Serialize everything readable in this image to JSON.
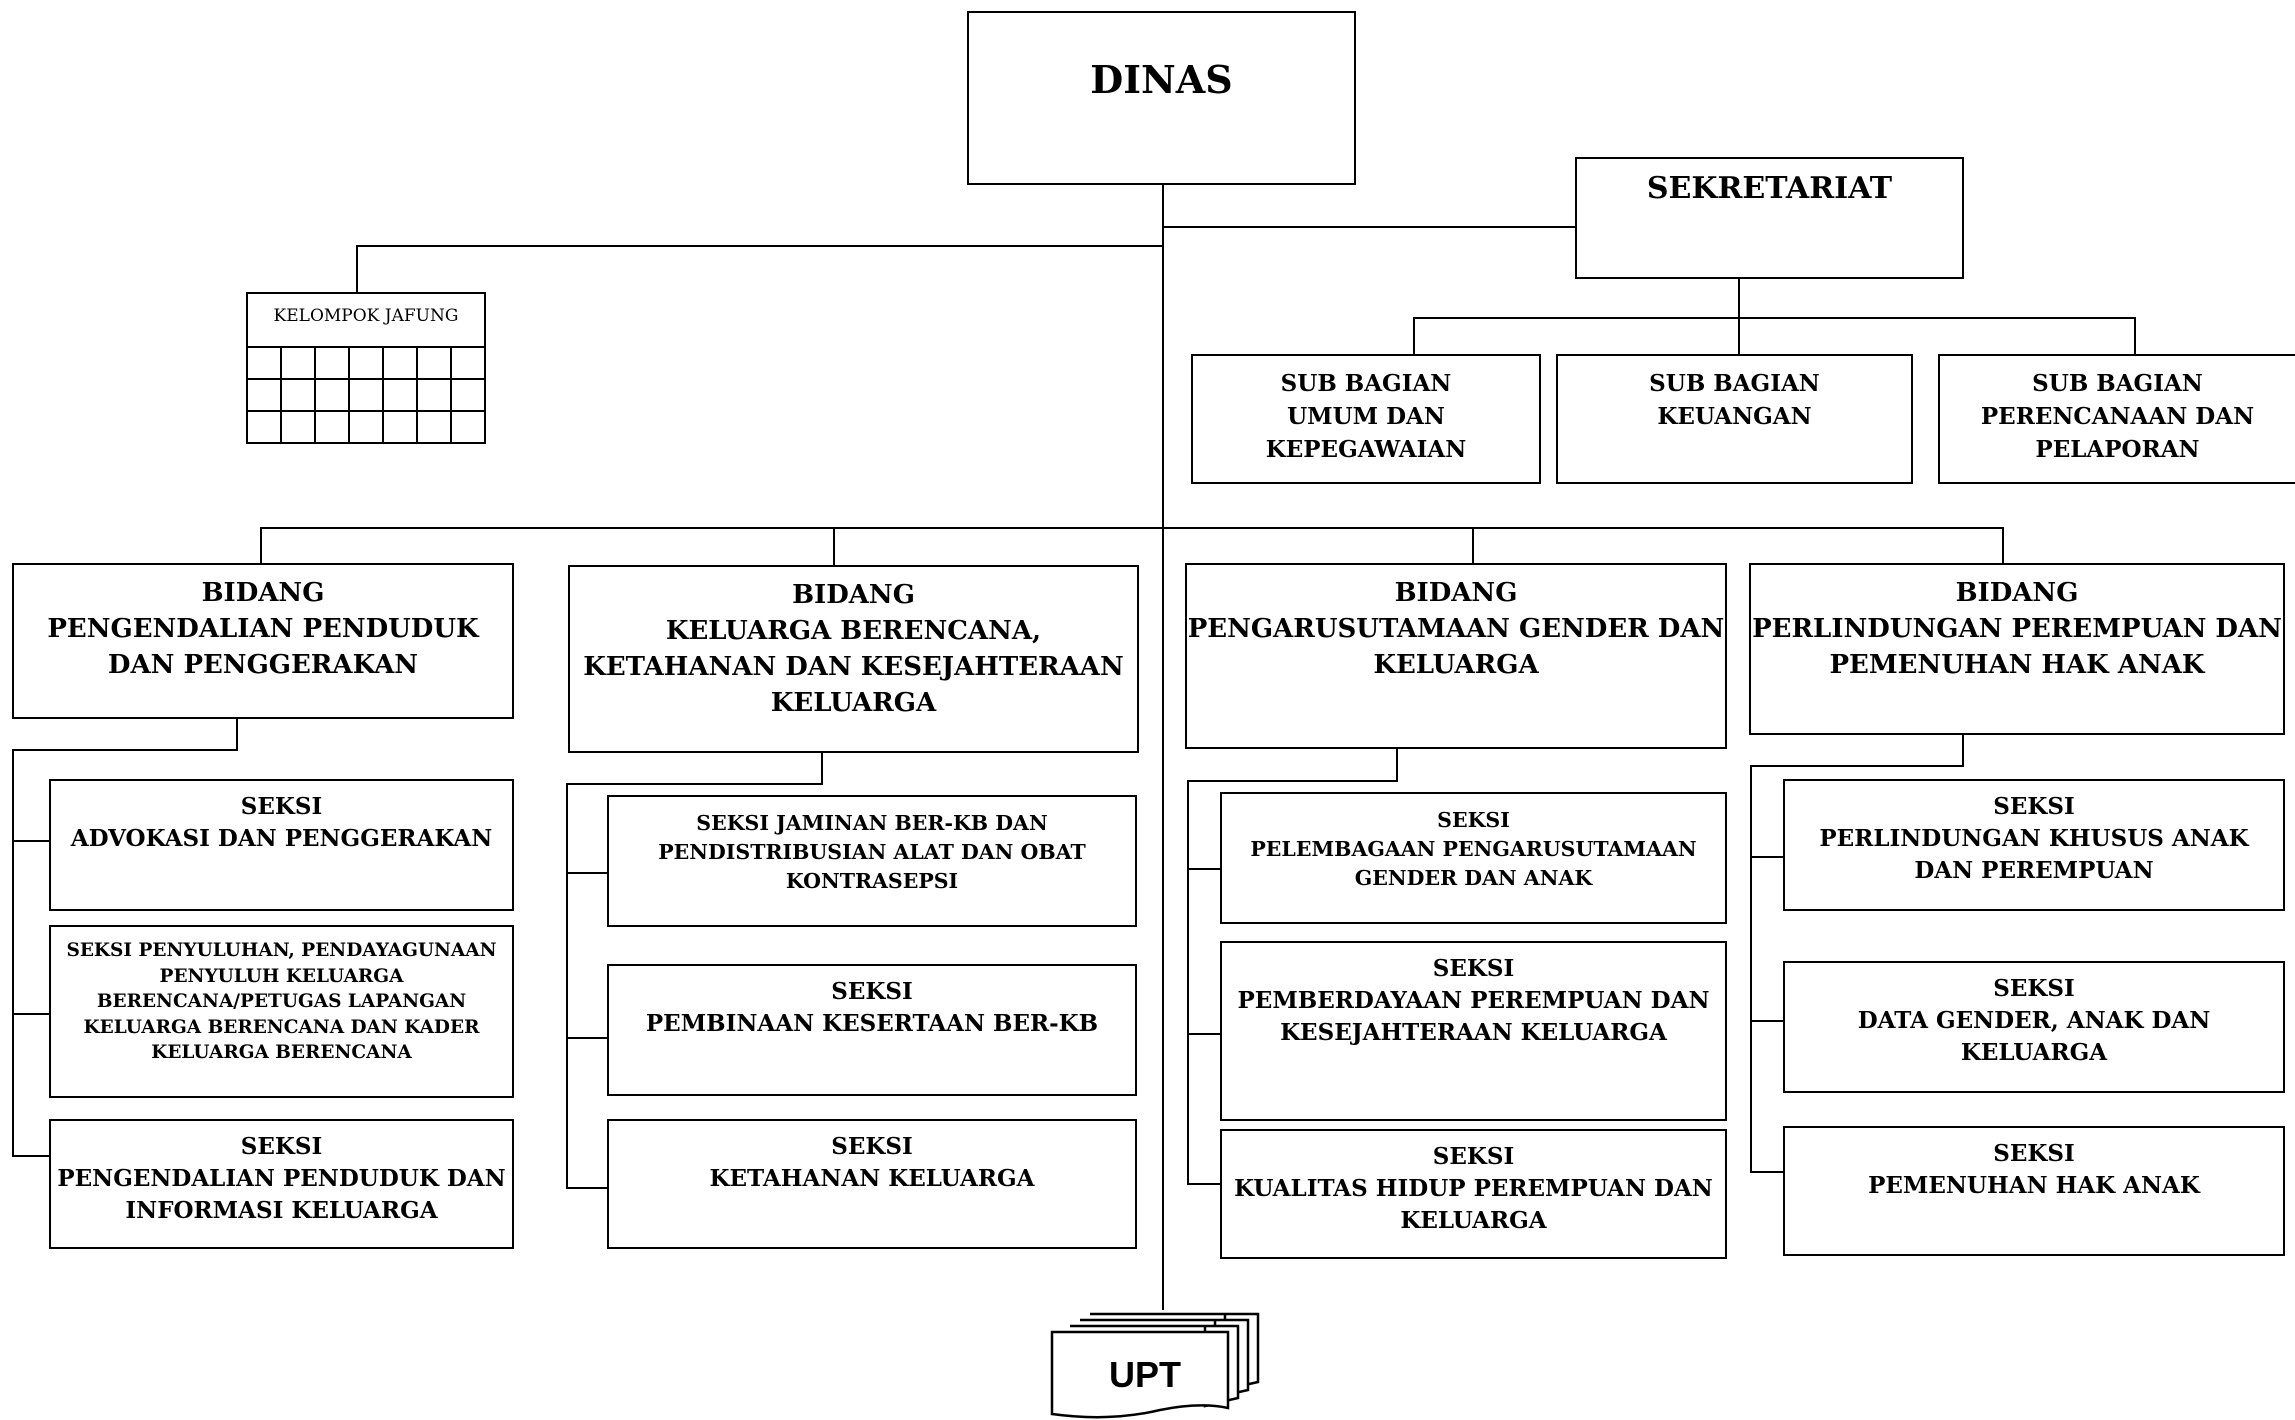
{
  "dinas": "DINAS",
  "sekretariat": "SEKRETARIAT",
  "kelompok_jafung": "KELOMPOK  JAFUNG",
  "sub_bagian": [
    "SUB BAGIAN\nUMUM DAN\nKEPEGAWAIAN",
    "SUB BAGIAN\nKEUANGAN",
    "SUB BAGIAN\nPERENCANAAN DAN\nPELAPORAN"
  ],
  "bidang": [
    {
      "title": "BIDANG\nPENGENDALIAN PENDUDUK\nDAN PENGGERAKAN",
      "seksi": [
        "SEKSI\nADVOKASI DAN PENGGERAKAN",
        "SEKSI  PENYULUHAN, PENDAYAGUNAAN\nPENYULUH KELUARGA\nBERENCANA/PETUGAS LAPANGAN\nKELUARGA BERENCANA DAN KADER\nKELUARGA BERENCANA",
        "SEKSI\nPENGENDALIAN PENDUDUK DAN\nINFORMASI KELUARGA"
      ]
    },
    {
      "title": "BIDANG\nKELUARGA BERENCANA,\nKETAHANAN DAN KESEJAHTERAAN\nKELUARGA",
      "seksi": [
        "SEKSI JAMINAN BER-KB DAN\nPENDISTRIBUSIAN ALAT DAN OBAT\nKONTRASEPSI",
        "SEKSI\nPEMBINAAN KESERTAAN BER-KB",
        "SEKSI\nKETAHANAN KELUARGA"
      ]
    },
    {
      "title": "BIDANG\nPENGARUSUTAMAAN GENDER DAN\nKELUARGA",
      "seksi": [
        "SEKSI\nPELEMBAGAAN PENGARUSUTAMAAN\nGENDER DAN ANAK",
        "SEKSI\nPEMBERDAYAAN PEREMPUAN DAN\nKESEJAHTERAAN KELUARGA",
        "SEKSI\nKUALITAS HIDUP PEREMPUAN DAN\nKELUARGA"
      ]
    },
    {
      "title": "BIDANG\nPERLINDUNGAN PEREMPUAN DAN\nPEMENUHAN HAK ANAK",
      "seksi": [
        "SEKSI\nPERLINDUNGAN KHUSUS ANAK\nDAN PEREMPUAN",
        "SEKSI\nDATA GENDER, ANAK DAN\nKELUARGA",
        "SEKSI\nPEMENUHAN HAK ANAK"
      ]
    }
  ],
  "upt": "UPT"
}
